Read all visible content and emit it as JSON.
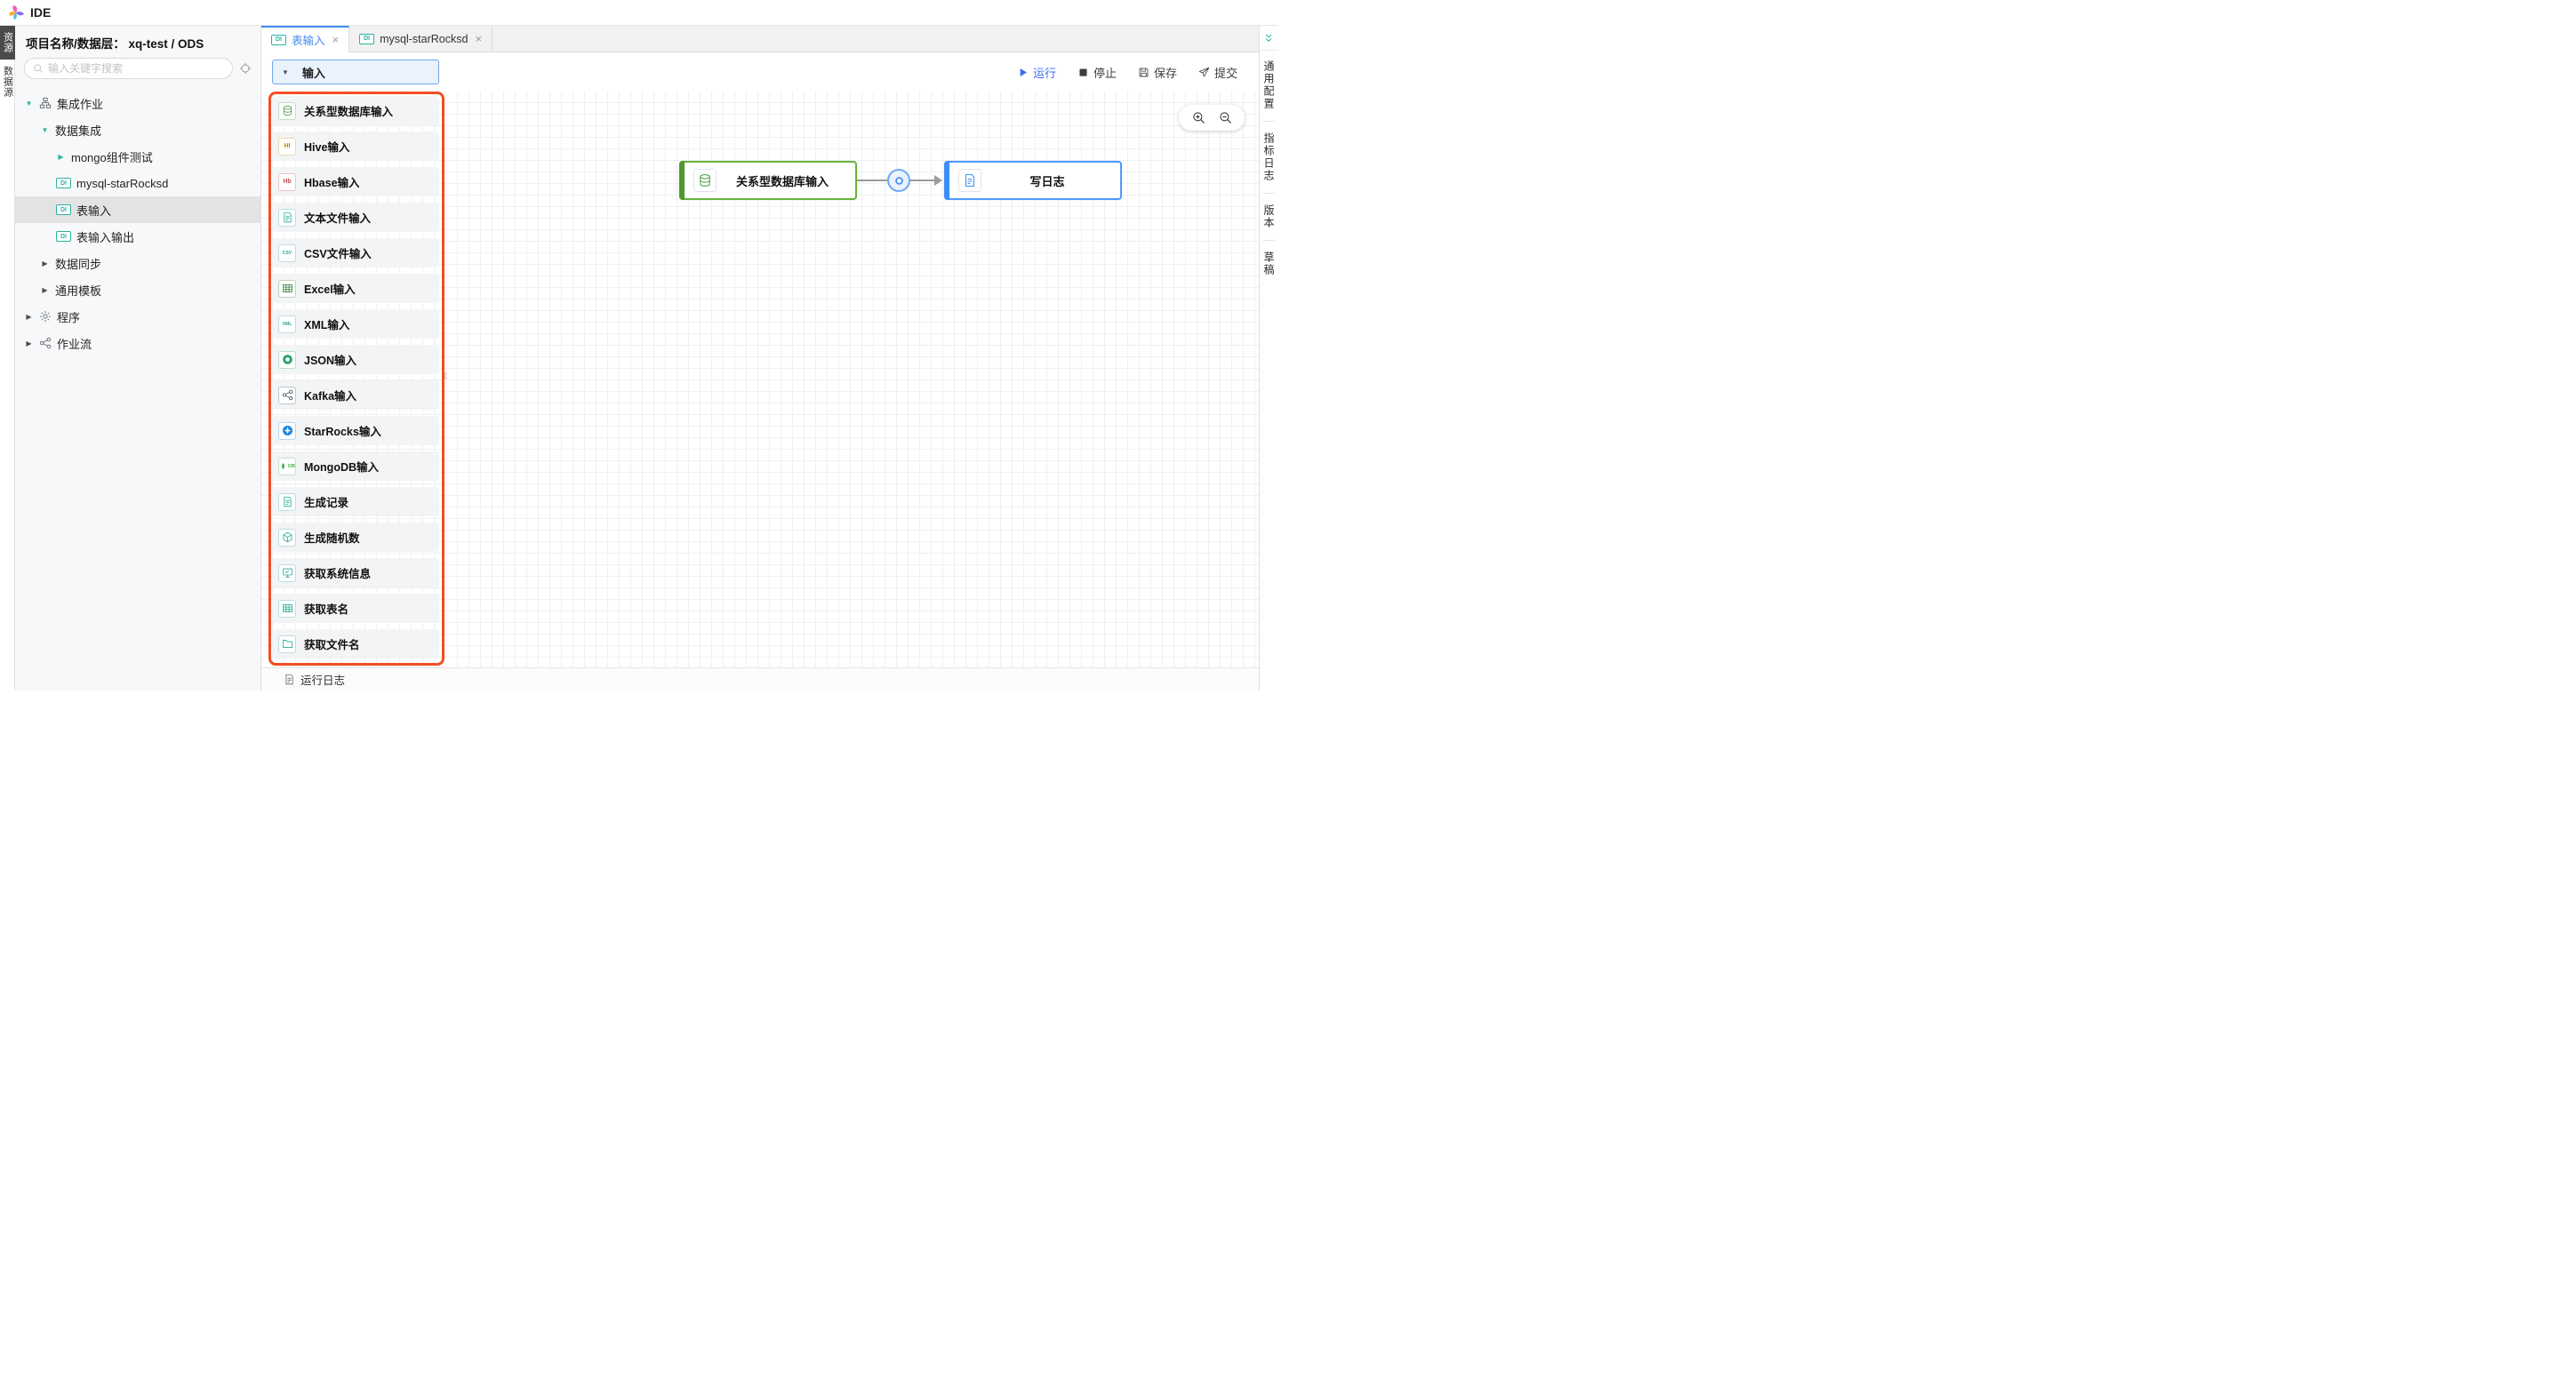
{
  "app": {
    "title": "IDE"
  },
  "icons": {
    "di_badge": "DI",
    "close": "×"
  },
  "colors": {
    "accent_blue": "#3d8df5",
    "teal": "#2bb3a3",
    "highlight_red": "#f04f23",
    "node_green_border": "#67b23c",
    "node_green_accent": "#4e9a2e",
    "node_blue_border": "#4c9aff",
    "node_blue_accent": "#3d8df5",
    "run_blue": "#3b6ef5"
  },
  "left_rail": {
    "items": [
      {
        "label": "资源",
        "name": "resources-tab",
        "active": true
      },
      {
        "label": "数据源",
        "name": "datasource-tab",
        "active": false
      }
    ]
  },
  "sidebar": {
    "project_label": "项目名称/数据层： xq-test / ODS",
    "search": {
      "placeholder": "输入关键字搜索"
    },
    "tree": [
      {
        "label": "集成作业",
        "name": "integration-jobs",
        "level": 0,
        "arrow": "down",
        "arrow_accent": true,
        "icon": "sitemap",
        "icon_name": "sitemap-icon"
      },
      {
        "label": "数据集成",
        "name": "data-integration",
        "level": 1,
        "arrow": "down",
        "arrow_accent": true
      },
      {
        "label": "mongo组件测试",
        "name": "mongo-component-test",
        "level": 2,
        "arrow": "right",
        "arrow_accent": true
      },
      {
        "label": "mysql-starRocksd",
        "name": "mysql-starrocksd",
        "level": 2,
        "badge": "DI"
      },
      {
        "label": "表输入",
        "name": "table-input",
        "level": 2,
        "badge": "DI",
        "selected": true
      },
      {
        "label": "表输入输出",
        "name": "table-input-output",
        "level": 2,
        "badge": "DI"
      },
      {
        "label": "数据同步",
        "name": "data-sync",
        "level": 1,
        "arrow": "right"
      },
      {
        "label": "通用模板",
        "name": "general-template",
        "level": 1,
        "arrow": "right"
      },
      {
        "label": "程序",
        "name": "programs",
        "level": 0,
        "arrow": "right",
        "icon": "gear",
        "icon_name": "gear-icon"
      },
      {
        "label": "作业流",
        "name": "job-flows",
        "level": 0,
        "arrow": "right",
        "icon": "flow",
        "icon_name": "workflow-icon"
      }
    ]
  },
  "tabs": [
    {
      "label": "表输入",
      "name": "tab-table-input",
      "active": true
    },
    {
      "label": "mysql-starRocksd",
      "name": "tab-mysql-starrocksd",
      "active": false
    }
  ],
  "toolbar": {
    "actions": [
      {
        "id": "run",
        "label": "运行",
        "icon": "play",
        "primary": true
      },
      {
        "id": "stop",
        "label": "停止",
        "icon": "stop",
        "primary": false
      },
      {
        "id": "save",
        "label": "保存",
        "icon": "save",
        "primary": false
      },
      {
        "id": "submit",
        "label": "提交",
        "icon": "send",
        "primary": false
      }
    ]
  },
  "palette": {
    "group_label": "输入",
    "items": [
      {
        "label": "关系型数据库输入",
        "name": "relational-db-input",
        "icon": "db",
        "icon_name": "database-icon",
        "color": "#43a047"
      },
      {
        "label": "Hive输入",
        "name": "hive-input",
        "icon": "letters",
        "glyph": "HI",
        "icon_name": "hive-icon",
        "color": "#c28b00"
      },
      {
        "label": "Hbase输入",
        "name": "hbase-input",
        "icon": "letters",
        "glyph": "Hb",
        "icon_name": "hbase-icon",
        "color": "#c0504d"
      },
      {
        "label": "文本文件输入",
        "name": "text-file-input",
        "icon": "doc",
        "icon_name": "text-file-icon",
        "color": "#26a69a"
      },
      {
        "label": "CSV文件输入",
        "name": "csv-file-input",
        "icon": "letters",
        "glyph": "CSV",
        "icon_name": "csv-file-icon",
        "color": "#26a69a"
      },
      {
        "label": "Excel输入",
        "name": "excel-input",
        "icon": "table",
        "icon_name": "excel-icon",
        "color": "#2e7d32"
      },
      {
        "label": "XML输入",
        "name": "xml-input",
        "icon": "letters",
        "glyph": "XML",
        "icon_name": "xml-file-icon",
        "color": "#26a69a"
      },
      {
        "label": "JSON输入",
        "name": "json-input",
        "icon": "ring",
        "icon_name": "json-icon",
        "color": "#21a366"
      },
      {
        "label": "Kafka输入",
        "name": "kafka-input",
        "icon": "share",
        "icon_name": "kafka-icon",
        "color": "#455a64"
      },
      {
        "label": "StarRocks输入",
        "name": "starrocks-input",
        "icon": "star",
        "icon_name": "starrocks-icon",
        "color": "#1e88e5"
      },
      {
        "label": "MongoDB输入",
        "name": "mongodb-input",
        "icon": "mongodb",
        "glyph": "DB",
        "icon_name": "mongodb-icon",
        "color": "#4caf50"
      },
      {
        "label": "生成记录",
        "name": "generate-records",
        "icon": "doc",
        "icon_name": "record-icon",
        "color": "#26a69a"
      },
      {
        "label": "生成随机数",
        "name": "generate-random-number",
        "icon": "cube",
        "icon_name": "random-number-icon",
        "color": "#26a69a"
      },
      {
        "label": "获取系统信息",
        "name": "get-system-info",
        "icon": "monitor",
        "icon_name": "system-info-icon",
        "color": "#26a69a"
      },
      {
        "label": "获取表名",
        "name": "get-table-name",
        "icon": "table",
        "icon_name": "table-name-icon",
        "color": "#26a69a"
      },
      {
        "label": "获取文件名",
        "name": "get-file-name",
        "icon": "folder",
        "icon_name": "file-name-icon",
        "color": "#26a69a"
      }
    ]
  },
  "canvas": {
    "nodes": [
      {
        "label": "关系型数据库输入",
        "icon": "db",
        "border_color": "#67b23c",
        "accent_color": "#4e9a2e",
        "icon_color": "#43a047"
      },
      {
        "label": "写日志",
        "icon": "doc",
        "border_color": "#4c9aff",
        "accent_color": "#3d8df5",
        "icon_color": "#3d8df5"
      }
    ]
  },
  "bottom_bar": {
    "label": "运行日志"
  },
  "right_rail": {
    "items": [
      {
        "label": "通用配置",
        "name": "general-config-tab"
      },
      {
        "label": "指标日志",
        "name": "metrics-log-tab"
      },
      {
        "label": "版本",
        "name": "version-tab"
      },
      {
        "label": "草稿",
        "name": "draft-tab"
      }
    ]
  }
}
